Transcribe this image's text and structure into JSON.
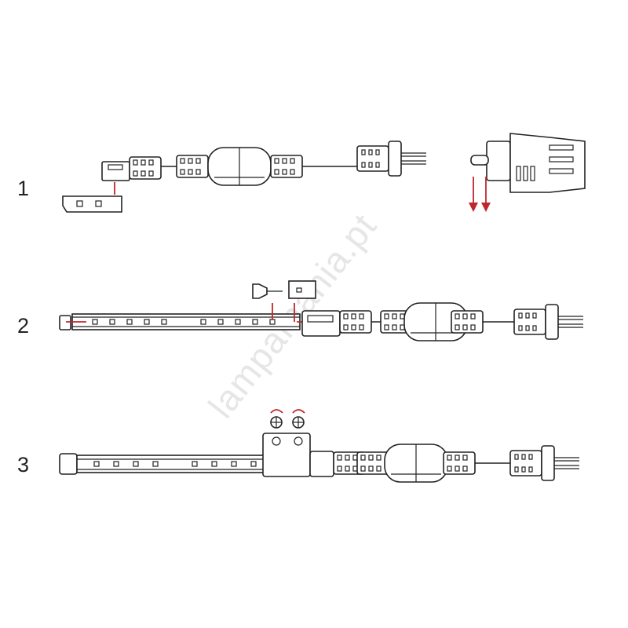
{
  "steps": [
    {
      "number": "1"
    },
    {
      "number": "2"
    },
    {
      "number": "3"
    }
  ],
  "watermark": "lampamania.pt",
  "colors": {
    "line": "#222222",
    "arrow": "#c0272d",
    "watermark": "#e6e6e6"
  }
}
